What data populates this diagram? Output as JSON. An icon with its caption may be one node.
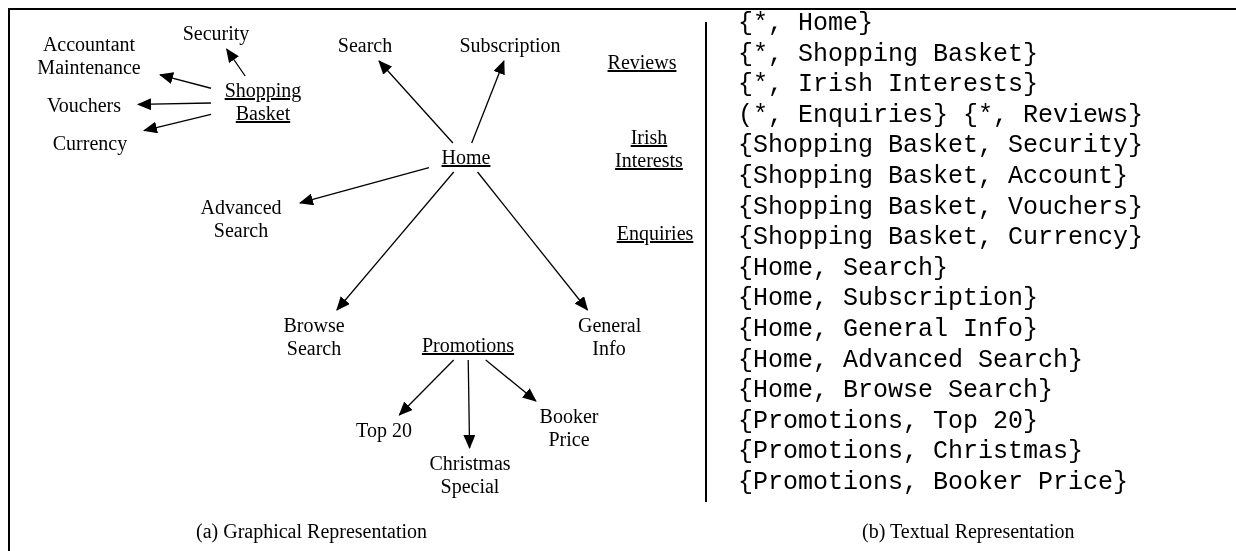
{
  "diagram": {
    "nodes": [
      {
        "text": [
          "Shopping Basket"
        ]
      },
      {
        "text": [
          "Security"
        ]
      },
      {
        "text": [
          "Accountant Maintenance"
        ]
      },
      {
        "text": [
          "Vouchers"
        ]
      },
      {
        "text": [
          "Currency"
        ]
      },
      {
        "text": [
          "Search"
        ]
      },
      {
        "text": [
          "Subscription"
        ]
      },
      {
        "text": [
          "Home"
        ]
      },
      {
        "text": [
          "Advanced Search"
        ]
      },
      {
        "text": [
          "Browse Search"
        ]
      },
      {
        "text": [
          "General Info"
        ]
      },
      {
        "text": [
          "Promotions"
        ]
      },
      {
        "text": [
          "Top 20"
        ]
      },
      {
        "text": [
          "Christmas Special"
        ]
      },
      {
        "text": [
          "Booker Price"
        ]
      }
    ],
    "edges": [
      {
        "from": 0,
        "to": 1,
        "arrow": "to"
      },
      {
        "from": 0,
        "to": 2,
        "arrow": "to"
      },
      {
        "from": 0,
        "to": 3,
        "arrow": "to"
      },
      {
        "from": 0,
        "to": 4,
        "arrow": "to"
      },
      {
        "from": 7,
        "to": 5,
        "arrow": "to"
      },
      {
        "from": 7,
        "to": 6,
        "arrow": "to"
      },
      {
        "from": 7,
        "to": 8,
        "arrow": "to"
      },
      {
        "from": 7,
        "to": 9,
        "arrow": "to"
      },
      {
        "from": 7,
        "to": 10,
        "arrow": "to"
      },
      {
        "from": 11,
        "to": 12,
        "arrow": "to"
      },
      {
        "from": 11,
        "to": 13,
        "arrow": "to"
      },
      {
        "from": 11,
        "to": 14,
        "arrow": "to"
      }
    ],
    "labels": [
      "Reviews",
      "Irish Interests",
      "Enquiries",
      "{*, Home}",
      "{*, Shopping Basket}",
      "{*, Irish Interests}",
      "(*, Enquiries} {*, Reviews}",
      "{Shopping Basket, Security}",
      "{Shopping Basket, Account}",
      "{Shopping Basket, Vouchers}",
      "{Shopping Basket, Currency}",
      "{Home, Search}",
      "{Home, Subscription}",
      "{Home, General Info}",
      "{Home, Advanced Search}",
      "{Home, Browse Search}",
      "{Promotions, Top 20}",
      "{Promotions, Christmas}",
      "{Promotions, Booker Price}",
      "(a) Graphical Representation",
      "(b) Textual Representation"
    ]
  }
}
